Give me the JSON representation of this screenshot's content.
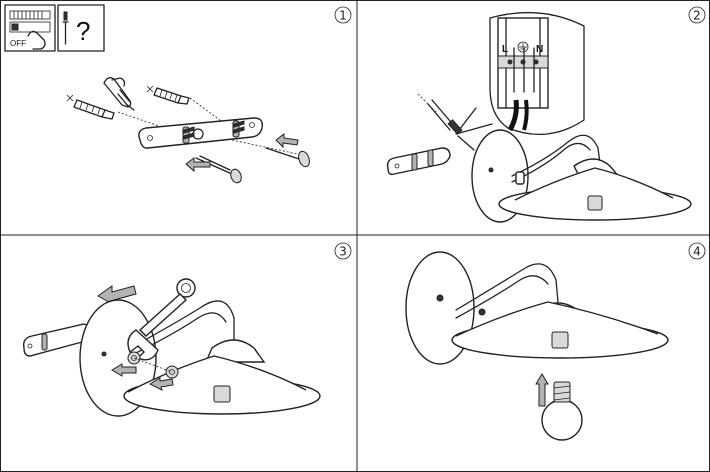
{
  "panels": [
    {
      "step": "1",
      "breaker_label": "OFF"
    },
    {
      "step": "2",
      "terminal_labels": [
        "L",
        "N"
      ]
    },
    {
      "step": "3"
    },
    {
      "step": "4"
    }
  ],
  "icons": [
    "power-off-breaker-icon",
    "tools-question-icon",
    "earth-ground-icon"
  ],
  "colors": {
    "line": "#222222",
    "arrow_fill": "#b3b3b3"
  }
}
